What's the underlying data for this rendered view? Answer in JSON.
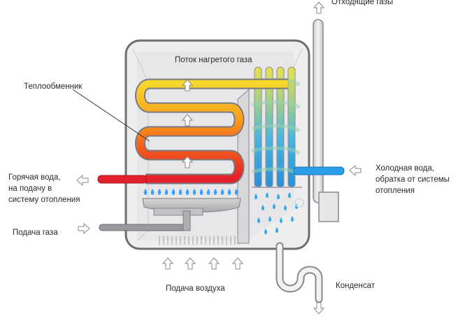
{
  "labels": {
    "exhaust_gases": "Отходящие газы",
    "heated_gas_flow": "Поток нагретого газа",
    "heat_exchanger": "Теплообменник",
    "hot_water": [
      "Горячая вода,",
      "на подачу в",
      "систему отопления"
    ],
    "gas_supply": "Подача газа",
    "cold_water": [
      "Холодная вода,",
      "обратка от системы",
      "отопления"
    ],
    "air_supply": "Подача воздуха",
    "condensate": "Конденсат"
  },
  "colors": {
    "casing_fill": "#eeeeef",
    "casing_stroke": "#6e6e72",
    "hot_pipe": "#e2202c",
    "cold_pipe": "#2a9ee8",
    "flame": "#3aa0ff",
    "arrow_outline": "#8a8a8a"
  }
}
